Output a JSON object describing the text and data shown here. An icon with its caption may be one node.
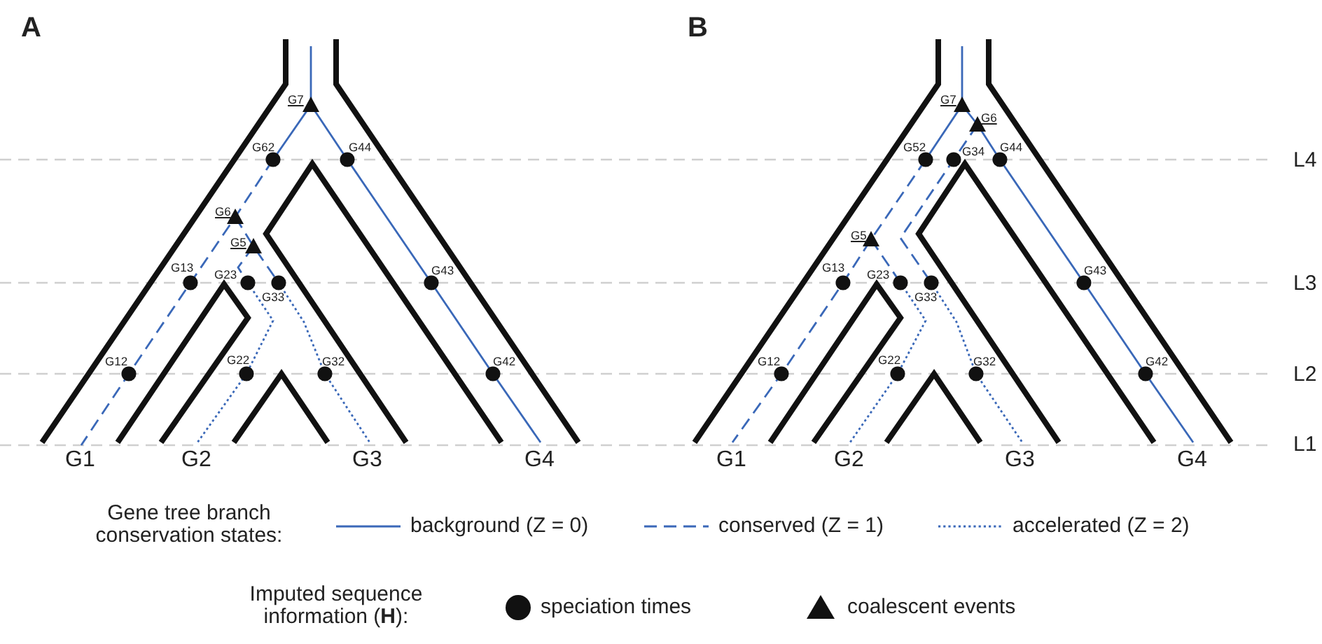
{
  "diagram": {
    "labels": [
      "A",
      "G7",
      "G62",
      "G44",
      "G6",
      "G5",
      "G13",
      "G23",
      "G43",
      "G33",
      "G12",
      "G22",
      "G32",
      "G42",
      "G1",
      "G2",
      "G3",
      "G4",
      "B",
      "G7",
      "G6",
      "G52",
      "G34",
      "G44",
      "L4",
      "G5",
      "G13",
      "G23",
      "G43",
      "G33",
      "L3",
      "G12",
      "G22",
      "G32",
      "G42",
      "L2",
      "G1",
      "G2",
      "G3",
      "G4",
      "L1",
      "Gene tree branch conservation states:",
      "Imputed sequence information (**H**):"
    ],
    "legend": [
      {
        "text": "background (Z = 0)"
      },
      {
        "text": "conserved (Z = 1)"
      },
      {
        "text": "accelerated (Z = 2)"
      },
      {
        "text": "speciation times"
      },
      {
        "text": "coalescent events"
      }
    ]
  }
}
